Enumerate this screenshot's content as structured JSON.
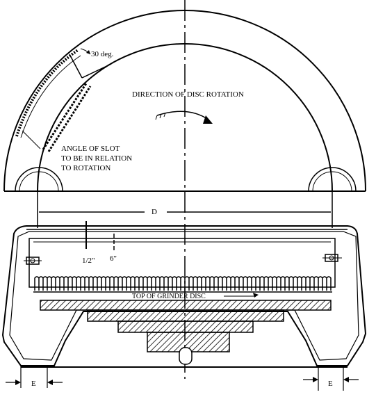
{
  "diagram": {
    "labels": {
      "angle_30": "30 deg.",
      "direction": "DIRECTION OF DISC ROTATION",
      "angle_slot_1": "ANGLE OF SLOT",
      "angle_slot_2": "TO BE IN RELATION",
      "angle_slot_3": "TO ROTATION",
      "diameter": "D",
      "half_inch": "1/2\"",
      "six_inch": "6\"",
      "top_disc": "TOP OF GRINDER DISC",
      "e_left": "E",
      "e_right": "E"
    },
    "colors": {
      "line": "#000000",
      "background": "#ffffff"
    }
  }
}
